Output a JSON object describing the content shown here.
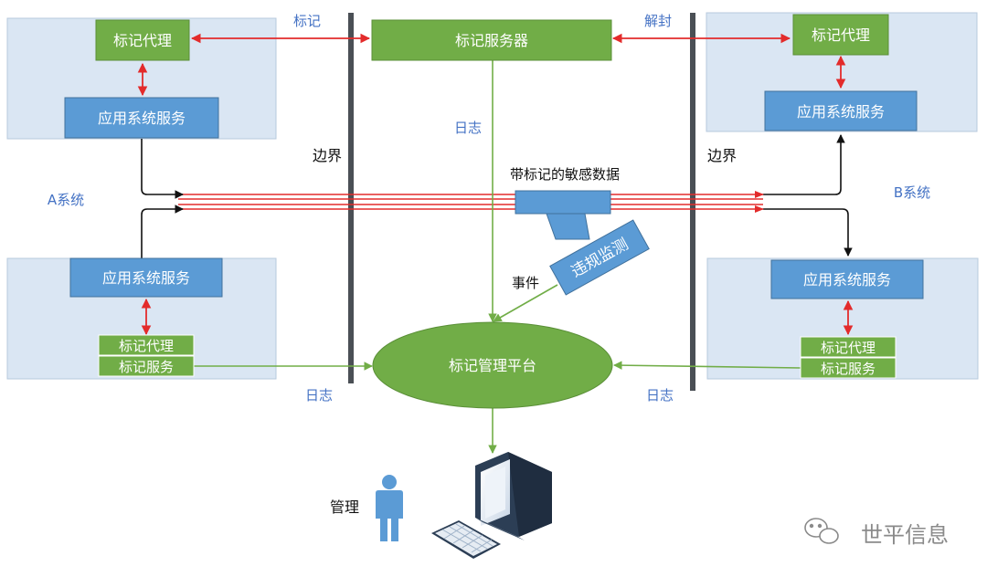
{
  "colors": {
    "panel": "#dae6f3",
    "panel_border": "#b7c9dd",
    "green": "#71ad47",
    "green_dark": "#5a8f37",
    "blue_box": "#5b9bd5",
    "blue_box_border": "#41719c",
    "blue_text": "#4472c4",
    "red": "#e32b2b",
    "bar": "#4a4f55",
    "black": "#111111"
  },
  "top_labels": {
    "mark": "标记",
    "unseal": "解封"
  },
  "boundary": {
    "left": "边界",
    "right": "边界"
  },
  "systems": {
    "a": {
      "label": "A系统",
      "top": {
        "agent": "标记代理",
        "service": "应用系统服务"
      },
      "bottom": {
        "service": "应用系统服务",
        "agent": "标记代理",
        "mark_service": "标记服务"
      }
    },
    "b": {
      "label": "B系统",
      "top": {
        "agent": "标记代理",
        "service": "应用系统服务"
      },
      "bottom": {
        "service": "应用系统服务",
        "agent": "标记代理",
        "mark_service": "标记服务"
      }
    }
  },
  "center": {
    "mark_server": "标记服务器",
    "log_top": "日志",
    "sensitive_data": "带标记的敏感数据",
    "violation_detect": "违规监测",
    "event": "事件",
    "platform": "标记管理平台"
  },
  "logs": {
    "left": "日志",
    "right": "日志"
  },
  "admin": {
    "label": "管理"
  },
  "icons": [
    "person-icon",
    "monitor-icon",
    "keyboard-icon",
    "wechat-icon"
  ],
  "watermark": "世平信息"
}
